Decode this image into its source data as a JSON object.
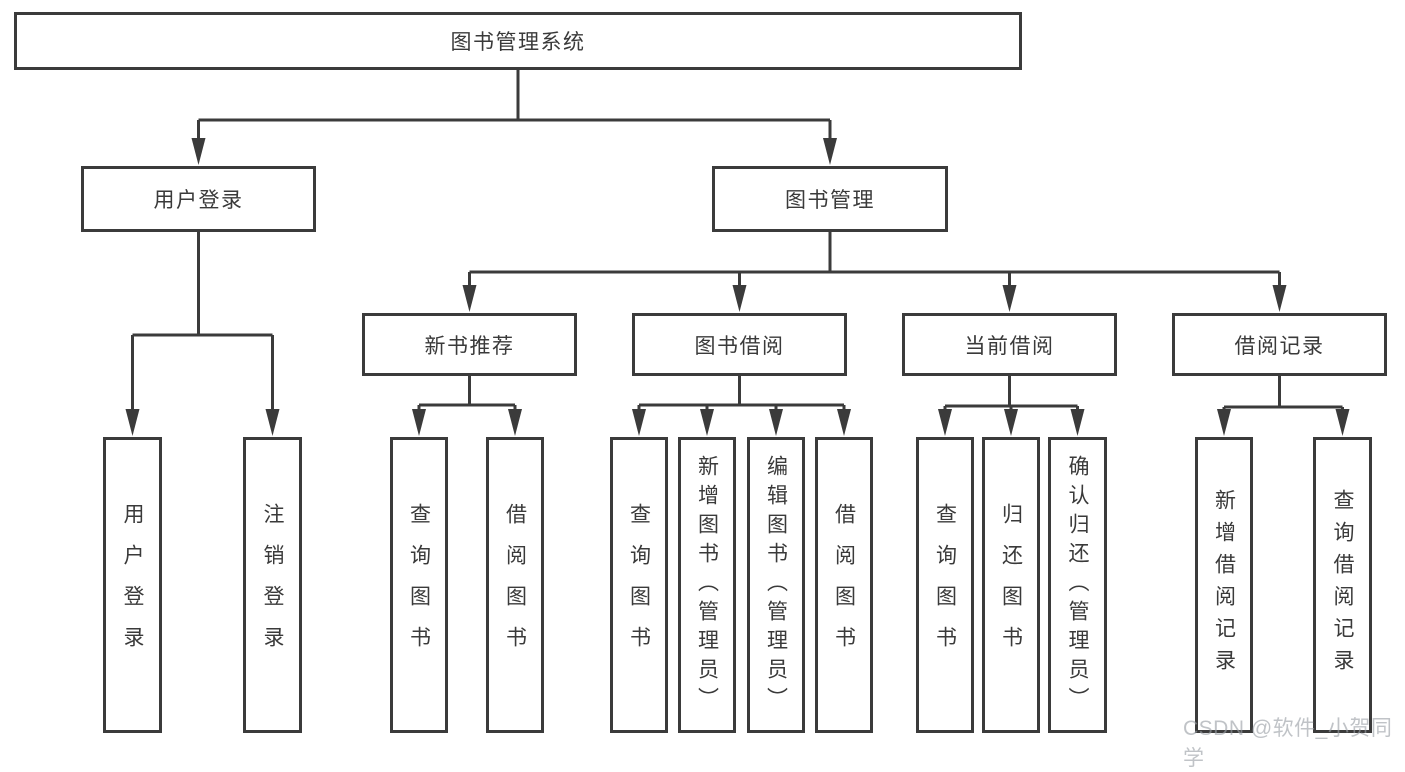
{
  "title": "图书管理系统",
  "watermark": "CSDN @软件_小贺同学",
  "colors": {
    "line": "#3b3b3b",
    "text": "#3a3a3a",
    "background": "#ffffff",
    "watermark_gray": "#9aa0a6"
  },
  "nodes": {
    "root": {
      "label": "图书管理系统"
    },
    "user_login": {
      "label": "用户登录"
    },
    "book_mgmt": {
      "label": "图书管理"
    },
    "new_book_rec": {
      "label": "新书推荐"
    },
    "book_borrow": {
      "label": "图书借阅"
    },
    "current_borrow": {
      "label": "当前借阅"
    },
    "borrow_record": {
      "label": "借阅记录"
    },
    "leaf_user_login": {
      "label": "用户登录"
    },
    "leaf_logout": {
      "label": "注销登录"
    },
    "nb_query": {
      "label": "查询图书"
    },
    "nb_borrow": {
      "label": "借阅图书"
    },
    "bb_query": {
      "label": "查询图书"
    },
    "bb_add": {
      "label": "新增图书（管理员）"
    },
    "bb_edit": {
      "label": "编辑图书（管理员）"
    },
    "bb_borrow": {
      "label": "借阅图书"
    },
    "cb_query": {
      "label": "查询图书"
    },
    "cb_return": {
      "label": "归还图书"
    },
    "cb_confirm": {
      "label": "确认归还（管理员）"
    },
    "br_add": {
      "label": "新增借阅记录"
    },
    "br_query": {
      "label": "查询借阅记录"
    }
  },
  "hierarchy": {
    "root": [
      "user_login",
      "book_mgmt"
    ],
    "user_login": [
      "leaf_user_login",
      "leaf_logout"
    ],
    "book_mgmt": [
      "new_book_rec",
      "book_borrow",
      "current_borrow",
      "borrow_record"
    ],
    "new_book_rec": [
      "nb_query",
      "nb_borrow"
    ],
    "book_borrow": [
      "bb_query",
      "bb_add",
      "bb_edit",
      "bb_borrow"
    ],
    "current_borrow": [
      "cb_query",
      "cb_return",
      "cb_confirm"
    ],
    "borrow_record": [
      "br_add",
      "br_query"
    ]
  }
}
